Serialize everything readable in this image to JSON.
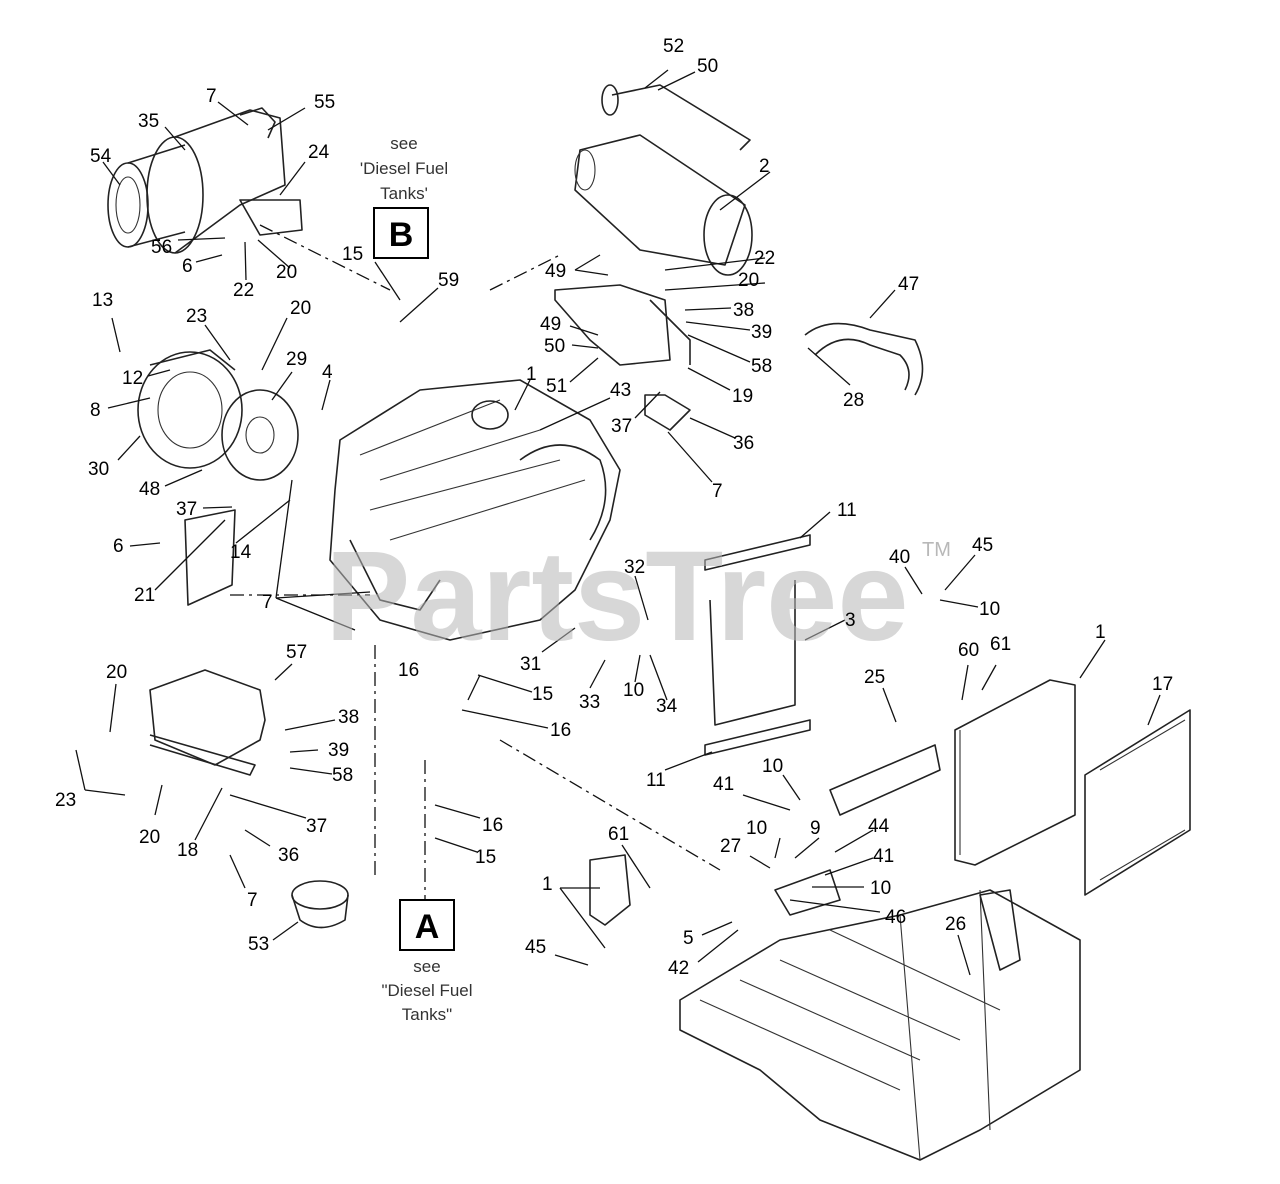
{
  "watermark": {
    "text": "PartsTree",
    "tm": "TM"
  },
  "references": [
    {
      "letter": "B",
      "see": "see",
      "l1": "'Diesel Fuel",
      "l2": "Tanks'"
    },
    {
      "letter": "A",
      "see": "see",
      "l1": "\"Diesel Fuel",
      "l2": "Tanks\""
    }
  ],
  "callouts": [
    "52",
    "50",
    "7",
    "55",
    "35",
    "54",
    "24",
    "2",
    "56",
    "6",
    "22",
    "20",
    "15",
    "59",
    "22",
    "20",
    "49",
    "47",
    "13",
    "23",
    "20",
    "49",
    "38",
    "29",
    "50",
    "39",
    "12",
    "4",
    "58",
    "51",
    "1",
    "43",
    "8",
    "28",
    "19",
    "37",
    "36",
    "30",
    "48",
    "7",
    "37",
    "11",
    "14",
    "6",
    "40",
    "45",
    "21",
    "32",
    "10",
    "7",
    "3",
    "1",
    "60",
    "61",
    "57",
    "16",
    "15",
    "31",
    "33",
    "10",
    "34",
    "25",
    "17",
    "20",
    "16",
    "38",
    "11",
    "10",
    "39",
    "41",
    "58",
    "23",
    "10",
    "9",
    "44",
    "20",
    "37",
    "16",
    "27",
    "41",
    "18",
    "36",
    "61",
    "15",
    "10",
    "1",
    "7",
    "46",
    "26",
    "5",
    "53",
    "45",
    "42"
  ]
}
